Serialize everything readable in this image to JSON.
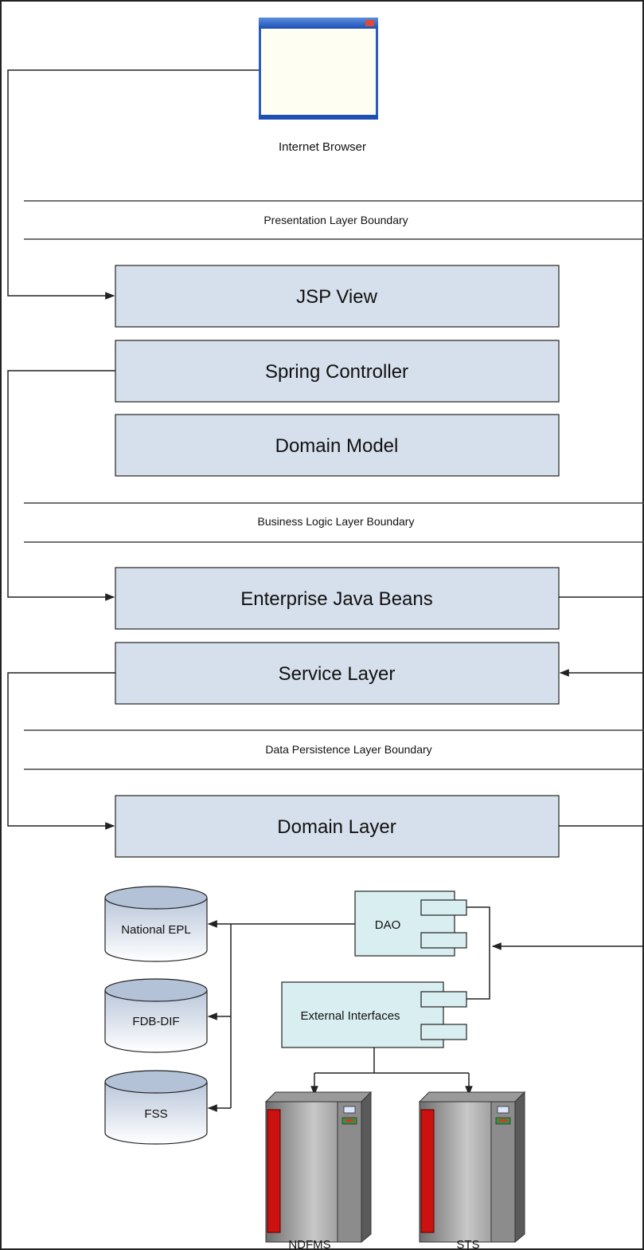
{
  "browser": {
    "label": "Internet Browser"
  },
  "boundaries": {
    "presentation": "Presentation Layer Boundary",
    "business": "Business Logic Layer Boundary",
    "persistence": "Data Persistence Layer Boundary"
  },
  "layers": {
    "jsp_view": "JSP View",
    "spring_controller": "Spring Controller",
    "domain_model": "Domain Model",
    "ejb": "Enterprise Java Beans",
    "service_layer": "Service Layer",
    "domain_layer": "Domain Layer"
  },
  "components": {
    "dao": "DAO",
    "external_interfaces": "External Interfaces"
  },
  "databases": {
    "national_epl": "National EPL",
    "fdb_dif": "FDB-DIF",
    "fss": "FSS"
  },
  "servers": {
    "ndfms": "NDFMS",
    "sts": "STS"
  },
  "colors": {
    "layer_fill": "#d6e0ec",
    "component_fill": "#d9eef0",
    "db_fill": "#c9d4e4",
    "server_red": "#cc1111",
    "line": "#222222"
  }
}
